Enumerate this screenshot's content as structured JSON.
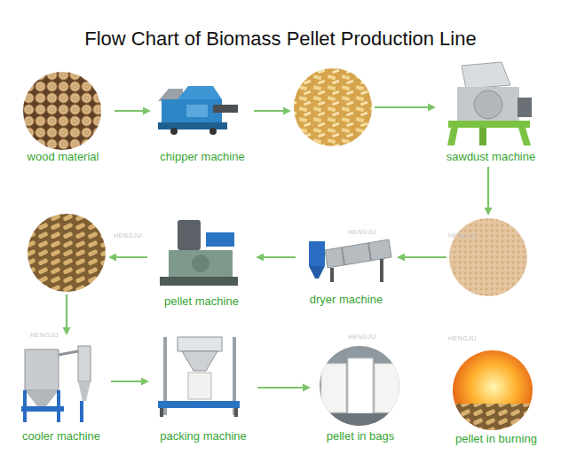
{
  "diagram": {
    "title": "Flow Chart of Biomass Pellet Production Line",
    "nodes": [
      {
        "text": [
          "wood material"
        ]
      },
      {
        "text": [
          "chipper machine"
        ]
      },
      {
        "text": [
          "sawdust machine"
        ]
      },
      {
        "text": [
          "dryer machine"
        ]
      },
      {
        "text": [
          "pellet machine"
        ]
      },
      {
        "text": [
          "cooler machine"
        ]
      },
      {
        "text": [
          "packing machine"
        ]
      },
      {
        "text": [
          "pellet in bags"
        ]
      },
      {
        "text": [
          "pellet in burning"
        ]
      }
    ],
    "edges": [
      {
        "from": 0,
        "to": 1,
        "arrow": "to"
      },
      {
        "from": 1,
        "to": 2,
        "arrow": "to"
      },
      {
        "from": 2,
        "to": 3,
        "arrow": "to"
      },
      {
        "from": 3,
        "to": 4,
        "arrow": "to"
      },
      {
        "from": 4,
        "to": 5,
        "arrow": "to"
      },
      {
        "from": 5,
        "to": 6,
        "arrow": "to"
      },
      {
        "from": 6,
        "to": 7,
        "arrow": "to"
      }
    ],
    "labels": [
      "HENGJU",
      "HENGJU",
      "HENGJU",
      "HENGJU",
      "HENGJU",
      "HENGJU"
    ]
  }
}
